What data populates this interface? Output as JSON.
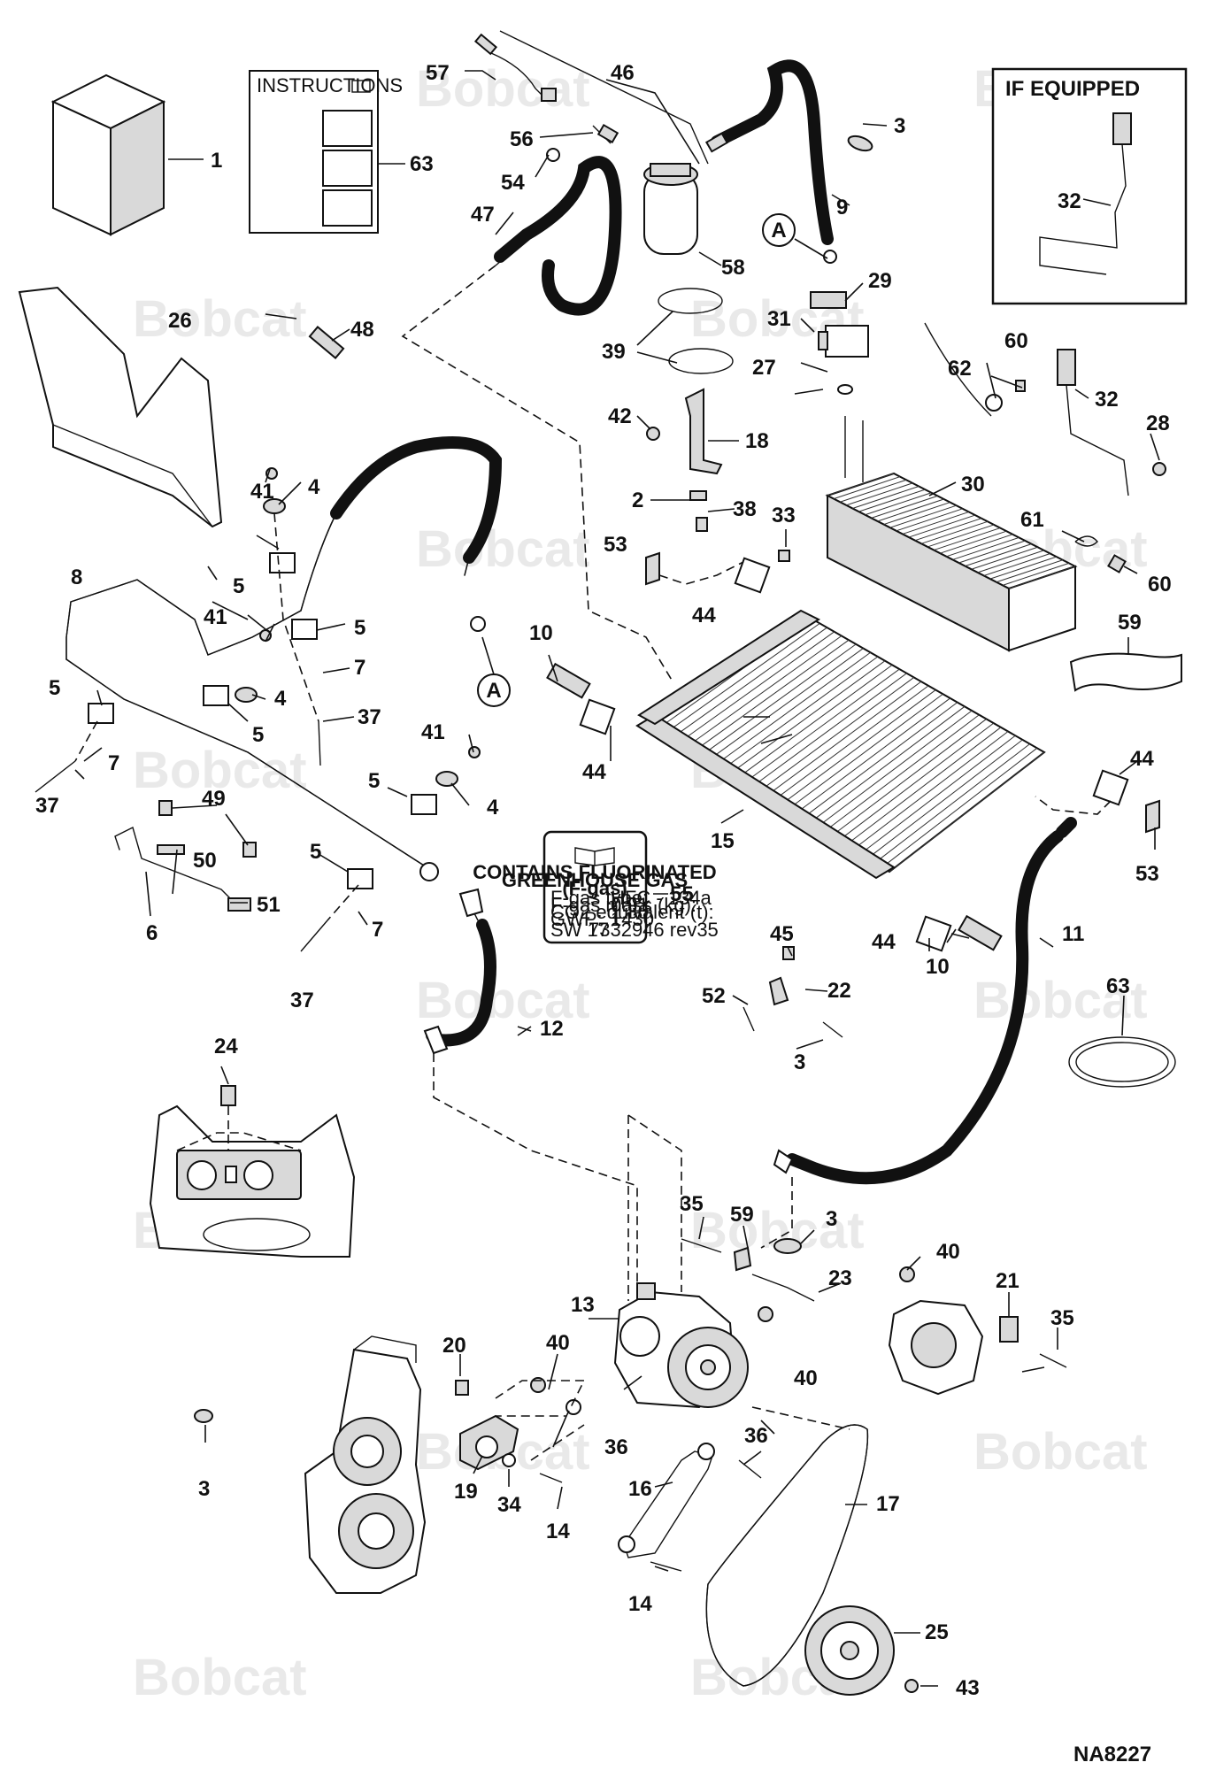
{
  "diagram": {
    "drawing_id": "NA8227",
    "watermark_text": "Bobcat",
    "if_equipped_box": {
      "title": "IF EQUIPPED",
      "part": "32"
    },
    "instructions_sheet": {
      "title": "INSTRUCTIONS"
    },
    "decal": {
      "line1": "CONTAINS FLUORINATED",
      "line2": "GREENHOUSE GAS",
      "line3": "(F-gas)",
      "rows": [
        {
          "label": "F-gas type:",
          "value": "HFC - 134a"
        },
        {
          "label": "F-gas mass (kg):",
          "value": "0.91"
        },
        {
          "label": "CO2 equivalent (t):",
          "value": "1.30"
        },
        {
          "label": "GWP:",
          "value": "1430"
        }
      ],
      "footer_left": "SW 17",
      "footer_right": "7332946 rev35"
    },
    "markers": {
      "a_top": "A",
      "a_bottom": "A"
    },
    "callouts": {
      "c1": "1",
      "c2": "2",
      "c3a": "3",
      "c3b": "3",
      "c3c": "3",
      "c3d": "3",
      "c4a": "4",
      "c4b": "4",
      "c4c": "4",
      "c5a": "5",
      "c5b": "5",
      "c5c": "5",
      "c5d": "5",
      "c5e": "5",
      "c5f": "5",
      "c6": "6",
      "c7a": "7",
      "c7b": "7",
      "c7c": "7",
      "c8": "8",
      "c9": "9",
      "c10a": "10",
      "c10b": "10",
      "c11": "11",
      "c12": "12",
      "c13": "13",
      "c14a": "14",
      "c14b": "14",
      "c15": "15",
      "c16": "16",
      "c17": "17",
      "c18": "18",
      "c19": "19",
      "c20": "20",
      "c21": "21",
      "c22": "22",
      "c23": "23",
      "c24": "24",
      "c25": "25",
      "c26": "26",
      "c27": "27",
      "c28": "28",
      "c29": "29",
      "c30": "30",
      "c31": "31",
      "c32a": "32",
      "c32b": "32",
      "c33": "33",
      "c34": "34",
      "c35a": "35",
      "c35b": "35",
      "c36a": "36",
      "c36b": "36",
      "c37a": "37",
      "c37b": "37",
      "c37c": "37",
      "c38": "38",
      "c39": "39",
      "c40a": "40",
      "c40b": "40",
      "c40c": "40",
      "c41a": "41",
      "c41b": "41",
      "c41c": "41",
      "c42": "42",
      "c43": "43",
      "c44a": "44",
      "c44b": "44",
      "c44c": "44",
      "c44d": "44",
      "c45": "45",
      "c46": "46",
      "c47": "47",
      "c48": "48",
      "c49": "49",
      "c50": "50",
      "c51": "51",
      "c52": "52",
      "c53a": "53",
      "c53b": "53",
      "c54": "54",
      "c55": "55",
      "c56": "56",
      "c57": "57",
      "c58": "58",
      "c59a": "59",
      "c59b": "59",
      "c60a": "60",
      "c60b": "60",
      "c61": "61",
      "c62": "62",
      "c63a": "63",
      "c63b": "63"
    }
  }
}
